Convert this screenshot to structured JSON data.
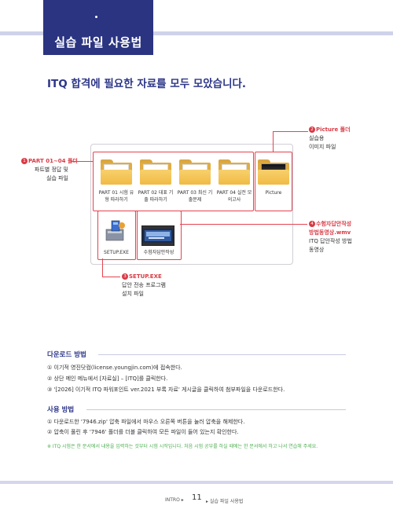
{
  "header": {
    "title": "실습 파일 사용법"
  },
  "subtitle": "ITQ 합격에 필요한 자료를 모두 모았습니다.",
  "explorer": {
    "folders": [
      {
        "label": "PART 01 시험 유형 따라하기"
      },
      {
        "label": "PART 02 대표 기출 따라하기"
      },
      {
        "label": "PART 03 최신 기출문제"
      },
      {
        "label": "PART 04 실전 모의고사"
      },
      {
        "label": "Picture"
      }
    ],
    "files": [
      {
        "label": "SETUP.EXE"
      },
      {
        "label": "수험자답안작성"
      }
    ]
  },
  "annotations": {
    "a1": {
      "num": "1",
      "title": "PART 01~04 폴더",
      "line1": "파트별 정답 및",
      "line2": "실습 파일"
    },
    "a2": {
      "num": "2",
      "title": "Picture 폴더",
      "line1": "실습용",
      "line2": "이미지 파일"
    },
    "a3": {
      "num": "3",
      "title": "SETUP.EXE",
      "line1": "답안 전송 프로그램",
      "line2": "설치 파일"
    },
    "a4": {
      "num": "4",
      "title1": "수험자답안작성",
      "title2": "방법동영상.wmv",
      "line1": "ITQ 답안작성 방법",
      "line2": "동영상"
    }
  },
  "download": {
    "heading": "다운로드 방법",
    "steps": [
      "① 이기적 영진닷컴(license.youngjin.com)에 접속한다.",
      "② 상단 메인 메뉴에서 [자료실] – [ITQ]를 클릭한다.",
      "③ '[2026] 이기적 ITQ 파워포인트 ver.2021 부록 자료' 게시글을 클릭하여 첨부파일을 다운로드한다."
    ]
  },
  "usage": {
    "heading": "사용 방법",
    "steps": [
      "① 다운로드한 '7946.zip' 압축 파일에서 마우스 오른쪽 버튼을 눌러 압축을 해제한다.",
      "② 압축이 풀린 후 '7946' 폴더를 더블 클릭하여 모든 파일이 들어 있는지 확인한다."
    ],
    "note": "※ ITQ 시험은 한 문서에서 내용을 입력하는 것부터 시험 시작입니다. 처음 시험 공부를 하실 때에는 한 문서에서 하고 나서 연습해 주세요."
  },
  "footer": {
    "left": "INTRO ▸",
    "page": "11",
    "right": "▸ 실습 파일 사용법"
  },
  "colors": {
    "navy": "#2b3480",
    "accent_red": "#d93a45",
    "folder_yellow": "#f0bb45",
    "note_green": "#4caf50"
  }
}
